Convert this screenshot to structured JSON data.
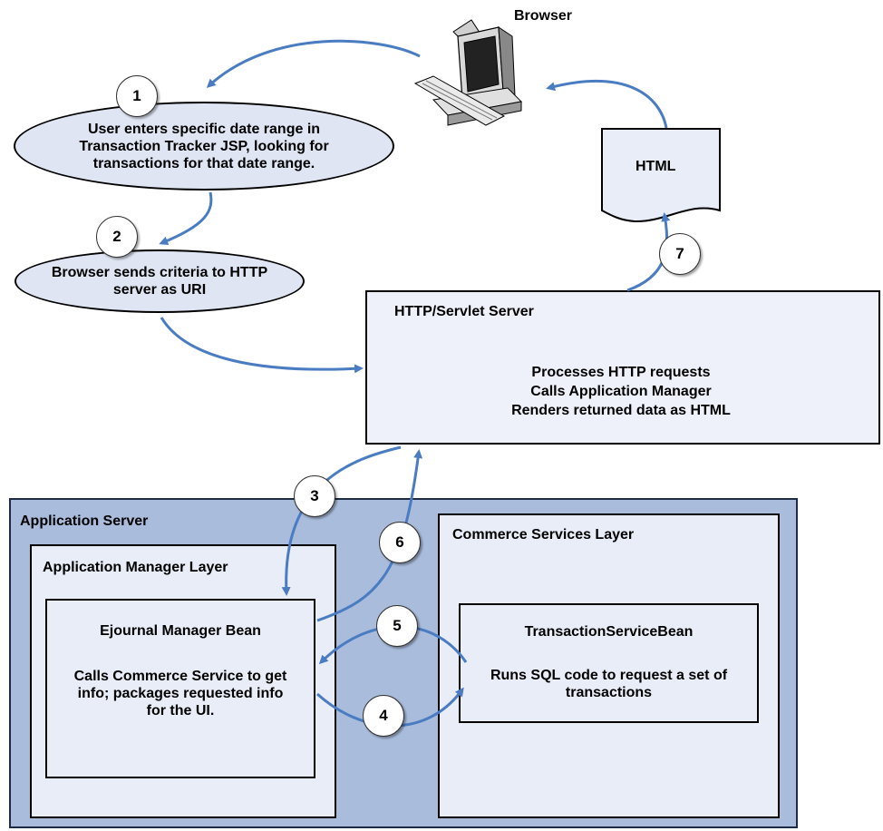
{
  "browser": {
    "label": "Browser"
  },
  "html_doc": {
    "label": "HTML"
  },
  "steps": {
    "s1": {
      "number": "1",
      "text": "User enters specific date range in Transaction Tracker JSP, looking for transactions for that date range."
    },
    "s2": {
      "number": "2",
      "text": "Browser sends criteria to HTTP server as URI"
    },
    "s3": {
      "number": "3"
    },
    "s4": {
      "number": "4"
    },
    "s5": {
      "number": "5"
    },
    "s6": {
      "number": "6"
    },
    "s7": {
      "number": "7"
    }
  },
  "http_server": {
    "title": "HTTP/Servlet Server",
    "line1": "Processes HTTP requests",
    "line2": "Calls Application Manager",
    "line3": "Renders returned data as HTML"
  },
  "app_server": {
    "title": "Application Server"
  },
  "app_manager_layer": {
    "title": "Application Manager Layer"
  },
  "ejournal_bean": {
    "title": "Ejournal Manager Bean",
    "desc": "Calls Commerce Service to get info; packages requested info for the UI."
  },
  "commerce_layer": {
    "title": "Commerce Services Layer"
  },
  "transaction_bean": {
    "title": "TransactionServiceBean",
    "desc": "Runs SQL code to request a set of transactions"
  },
  "colors": {
    "arrow": "#4a7cc2",
    "app_server_fill": "#a9bcdc",
    "box_fill": "#e9edf7",
    "ellipse_fill": "#dfe5f3"
  }
}
